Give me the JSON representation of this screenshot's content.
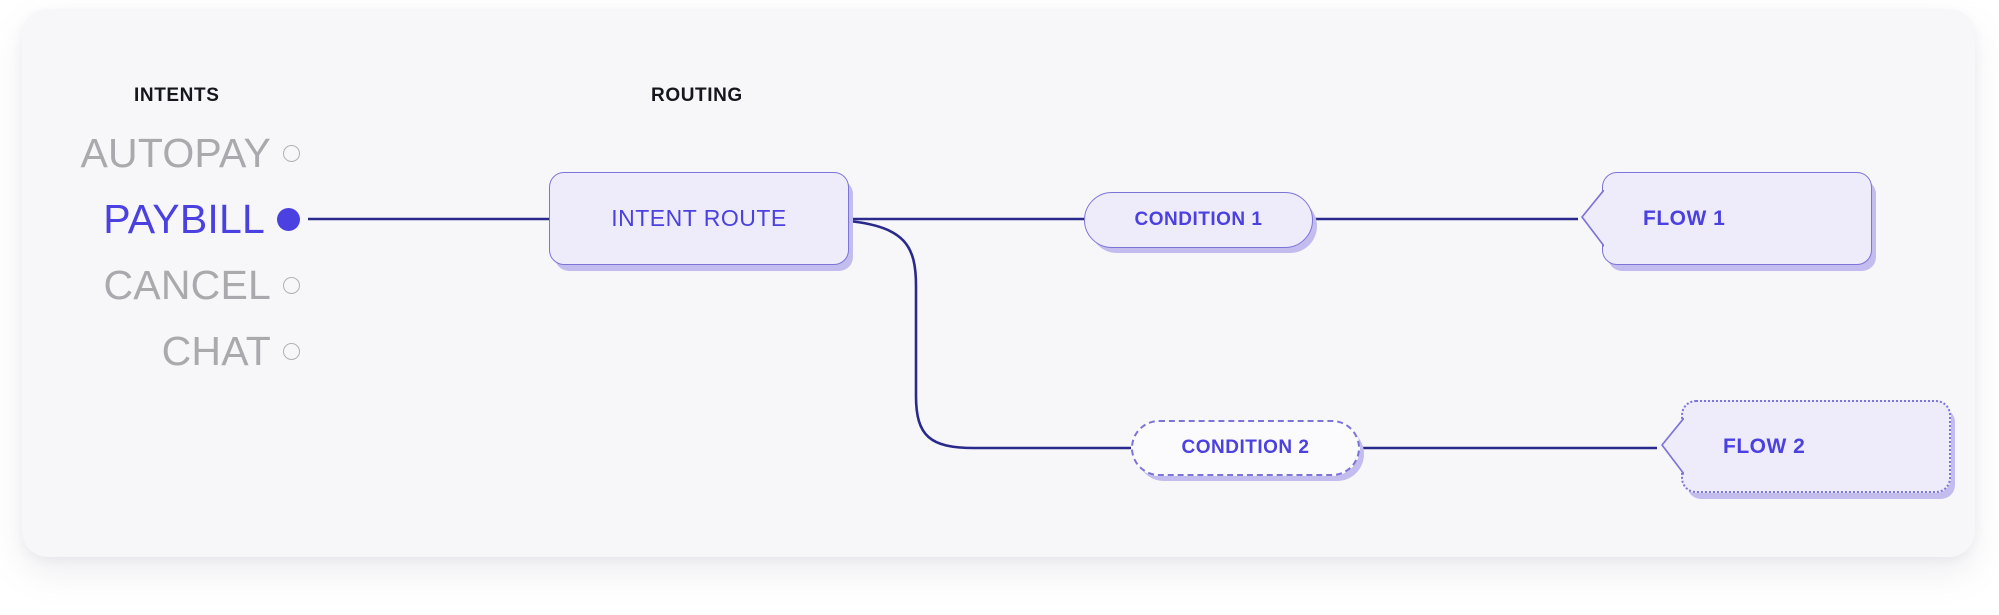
{
  "panel": {
    "background_color": "#f7f7fa",
    "accent_color": "#4b40e0",
    "node_fill_color": "#eeecfb",
    "node_border_color": "#7d74d8",
    "wire_color": "#2a2a8c",
    "muted_color": "#a9a9ae"
  },
  "columns": {
    "intents_heading": "INTENTS",
    "routing_heading": "ROUTING"
  },
  "intents": [
    {
      "label": "AUTOPAY",
      "selected": false,
      "indicator": "radio-empty"
    },
    {
      "label": "PAYBILL",
      "selected": true,
      "indicator": "radio-filled"
    },
    {
      "label": "CANCEL",
      "selected": false,
      "indicator": "radio-empty"
    },
    {
      "label": "CHAT",
      "selected": false,
      "indicator": "radio-empty"
    }
  ],
  "nodes": {
    "intent_route": {
      "label": "INTENT ROUTE",
      "shape": "rounded-rect",
      "border_style": "solid"
    },
    "condition_1": {
      "label": "CONDITION 1",
      "shape": "pill",
      "border_style": "solid"
    },
    "condition_2": {
      "label": "CONDITION 2",
      "shape": "pill",
      "border_style": "dashed"
    },
    "flow_1": {
      "label": "FLOW 1",
      "shape": "notched-card",
      "border_style": "solid"
    },
    "flow_2": {
      "label": "FLOW 2",
      "shape": "notched-card",
      "border_style": "dotted"
    }
  },
  "connectors": [
    {
      "from": "paybill-intent",
      "to": "intent-route",
      "style": "straight"
    },
    {
      "from": "intent-route",
      "to": "condition-1",
      "style": "straight"
    },
    {
      "from": "intent-route",
      "to": "condition-2",
      "style": "s-curve"
    },
    {
      "from": "condition-1",
      "to": "flow-1",
      "style": "straight"
    },
    {
      "from": "condition-2",
      "to": "flow-2",
      "style": "straight"
    }
  ]
}
